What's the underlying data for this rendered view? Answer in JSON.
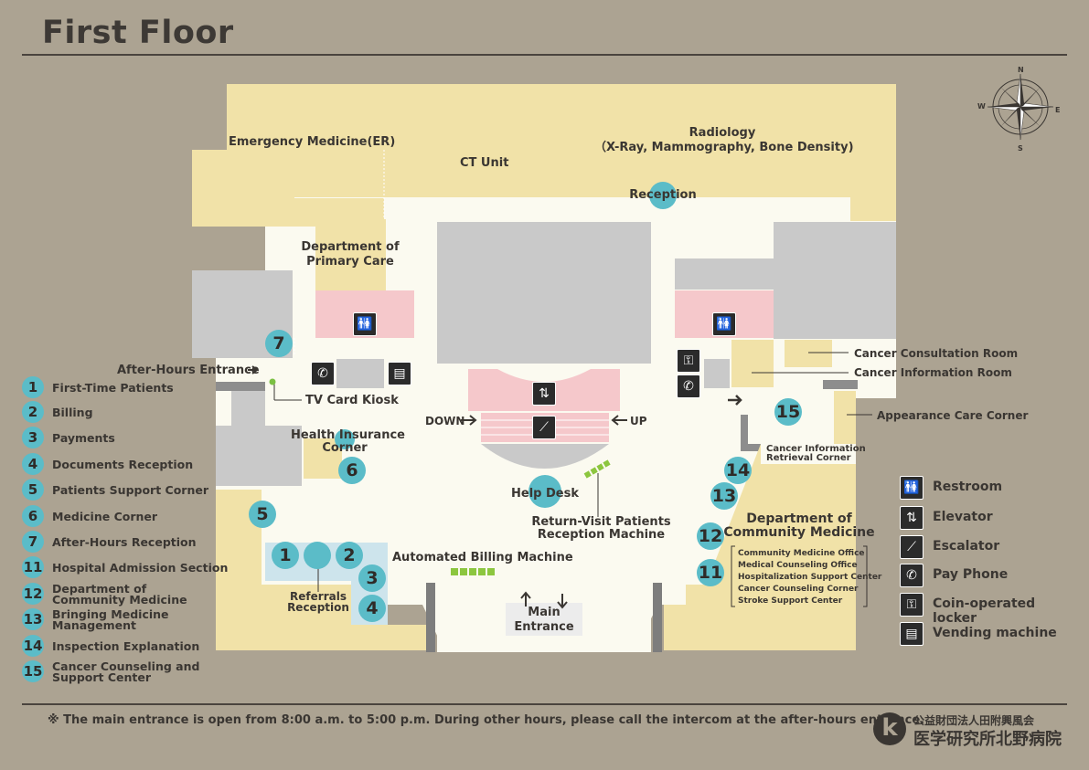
{
  "title": "First Floor",
  "compass": {
    "n": "N",
    "s": "S",
    "e": "E",
    "w": "W"
  },
  "areas": {
    "er": "Emergency Medicine(ER)",
    "ct": "CT Unit",
    "radiology_1": "Radiology",
    "radiology_2": "（X-Ray, Mammography, Bone Density)",
    "reception": "Reception",
    "primary_1": "Department of",
    "primary_2": "Primary Care",
    "after_hours_entrance": "After-Hours Entrance",
    "tv_kiosk": "TV Card Kiosk",
    "health_ins_1": "Health Insurance",
    "health_ins_2": "Corner",
    "down": "DOWN",
    "up": "UP",
    "help_desk": "Help Desk",
    "return_visit_1": "Return-Visit Patients",
    "return_visit_2": "Reception Machine",
    "auto_billing": "Automated Billing Machine",
    "referrals_1": "Referrals",
    "referrals_2": "Reception",
    "main_entrance_1": "Main",
    "main_entrance_2": "Entrance",
    "cancer_consult": "Cancer Consultation Room",
    "cancer_info": "Cancer Information Room",
    "appearance": "Appearance Care Corner",
    "cancer_retrieval_1": "Cancer Information",
    "cancer_retrieval_2": "Retrieval Corner",
    "community_1": "Department of",
    "community_2": "Community Medicine",
    "community_sub": [
      "Community Medicine Office",
      "Medical Counseling Office",
      "Hospitalization Support Center",
      "Cancer Counseling Corner",
      "Stroke Support Center"
    ]
  },
  "badges": {
    "b7": "7",
    "b6": "6",
    "b5": "5",
    "b1": "1",
    "b2": "2",
    "b3": "3",
    "b4": "4",
    "b15": "15",
    "b14": "14",
    "b13": "13",
    "b12": "12",
    "b11": "11"
  },
  "legend_numbers": [
    {
      "num": "1",
      "label": "First-Time Patients"
    },
    {
      "num": "2",
      "label": "Billing"
    },
    {
      "num": "3",
      "label": "Payments"
    },
    {
      "num": "4",
      "label": "Documents Reception"
    },
    {
      "num": "5",
      "label": "Patients Support Corner"
    },
    {
      "num": "6",
      "label": "Medicine Corner"
    },
    {
      "num": "7",
      "label": "After-Hours Reception"
    },
    {
      "num": "11",
      "label": "Hospital Admission Section"
    },
    {
      "num": "12",
      "label": "Department of",
      "label2": "Community Medicine"
    },
    {
      "num": "13",
      "label": "Bringing Medicine",
      "label2": "Management"
    },
    {
      "num": "14",
      "label": "Inspection Explanation"
    },
    {
      "num": "15",
      "label": "Cancer Counseling and",
      "label2": "Support Center"
    }
  ],
  "legend_icons": [
    {
      "icon": "restroom-icon",
      "label": "Restroom"
    },
    {
      "icon": "elevator-icon",
      "label": "Elevator"
    },
    {
      "icon": "escalator-icon",
      "label": "Escalator"
    },
    {
      "icon": "pay-phone-icon",
      "label": "Pay Phone"
    },
    {
      "icon": "coin-locker-icon",
      "label": "Coin-operated locker"
    },
    {
      "icon": "vending-machine-icon",
      "label": "Vending machine"
    }
  ],
  "footer": "※ The main entrance is open from 8:00 a.m. to 5:00 p.m. During other hours, please call the intercom at the after-hours entrance.",
  "logo": {
    "line1": "公益財団法人田附興風会",
    "line2": "医学研究所北野病院",
    "mark": "k"
  },
  "colors": {
    "bg": "#aca392",
    "floor": "#fbfaf0",
    "room": "#f1e2a8",
    "gray": "#c9c9c9",
    "pink": "#f5c8cb",
    "badge": "#5bbcc8",
    "blue": "#cde4ec"
  }
}
